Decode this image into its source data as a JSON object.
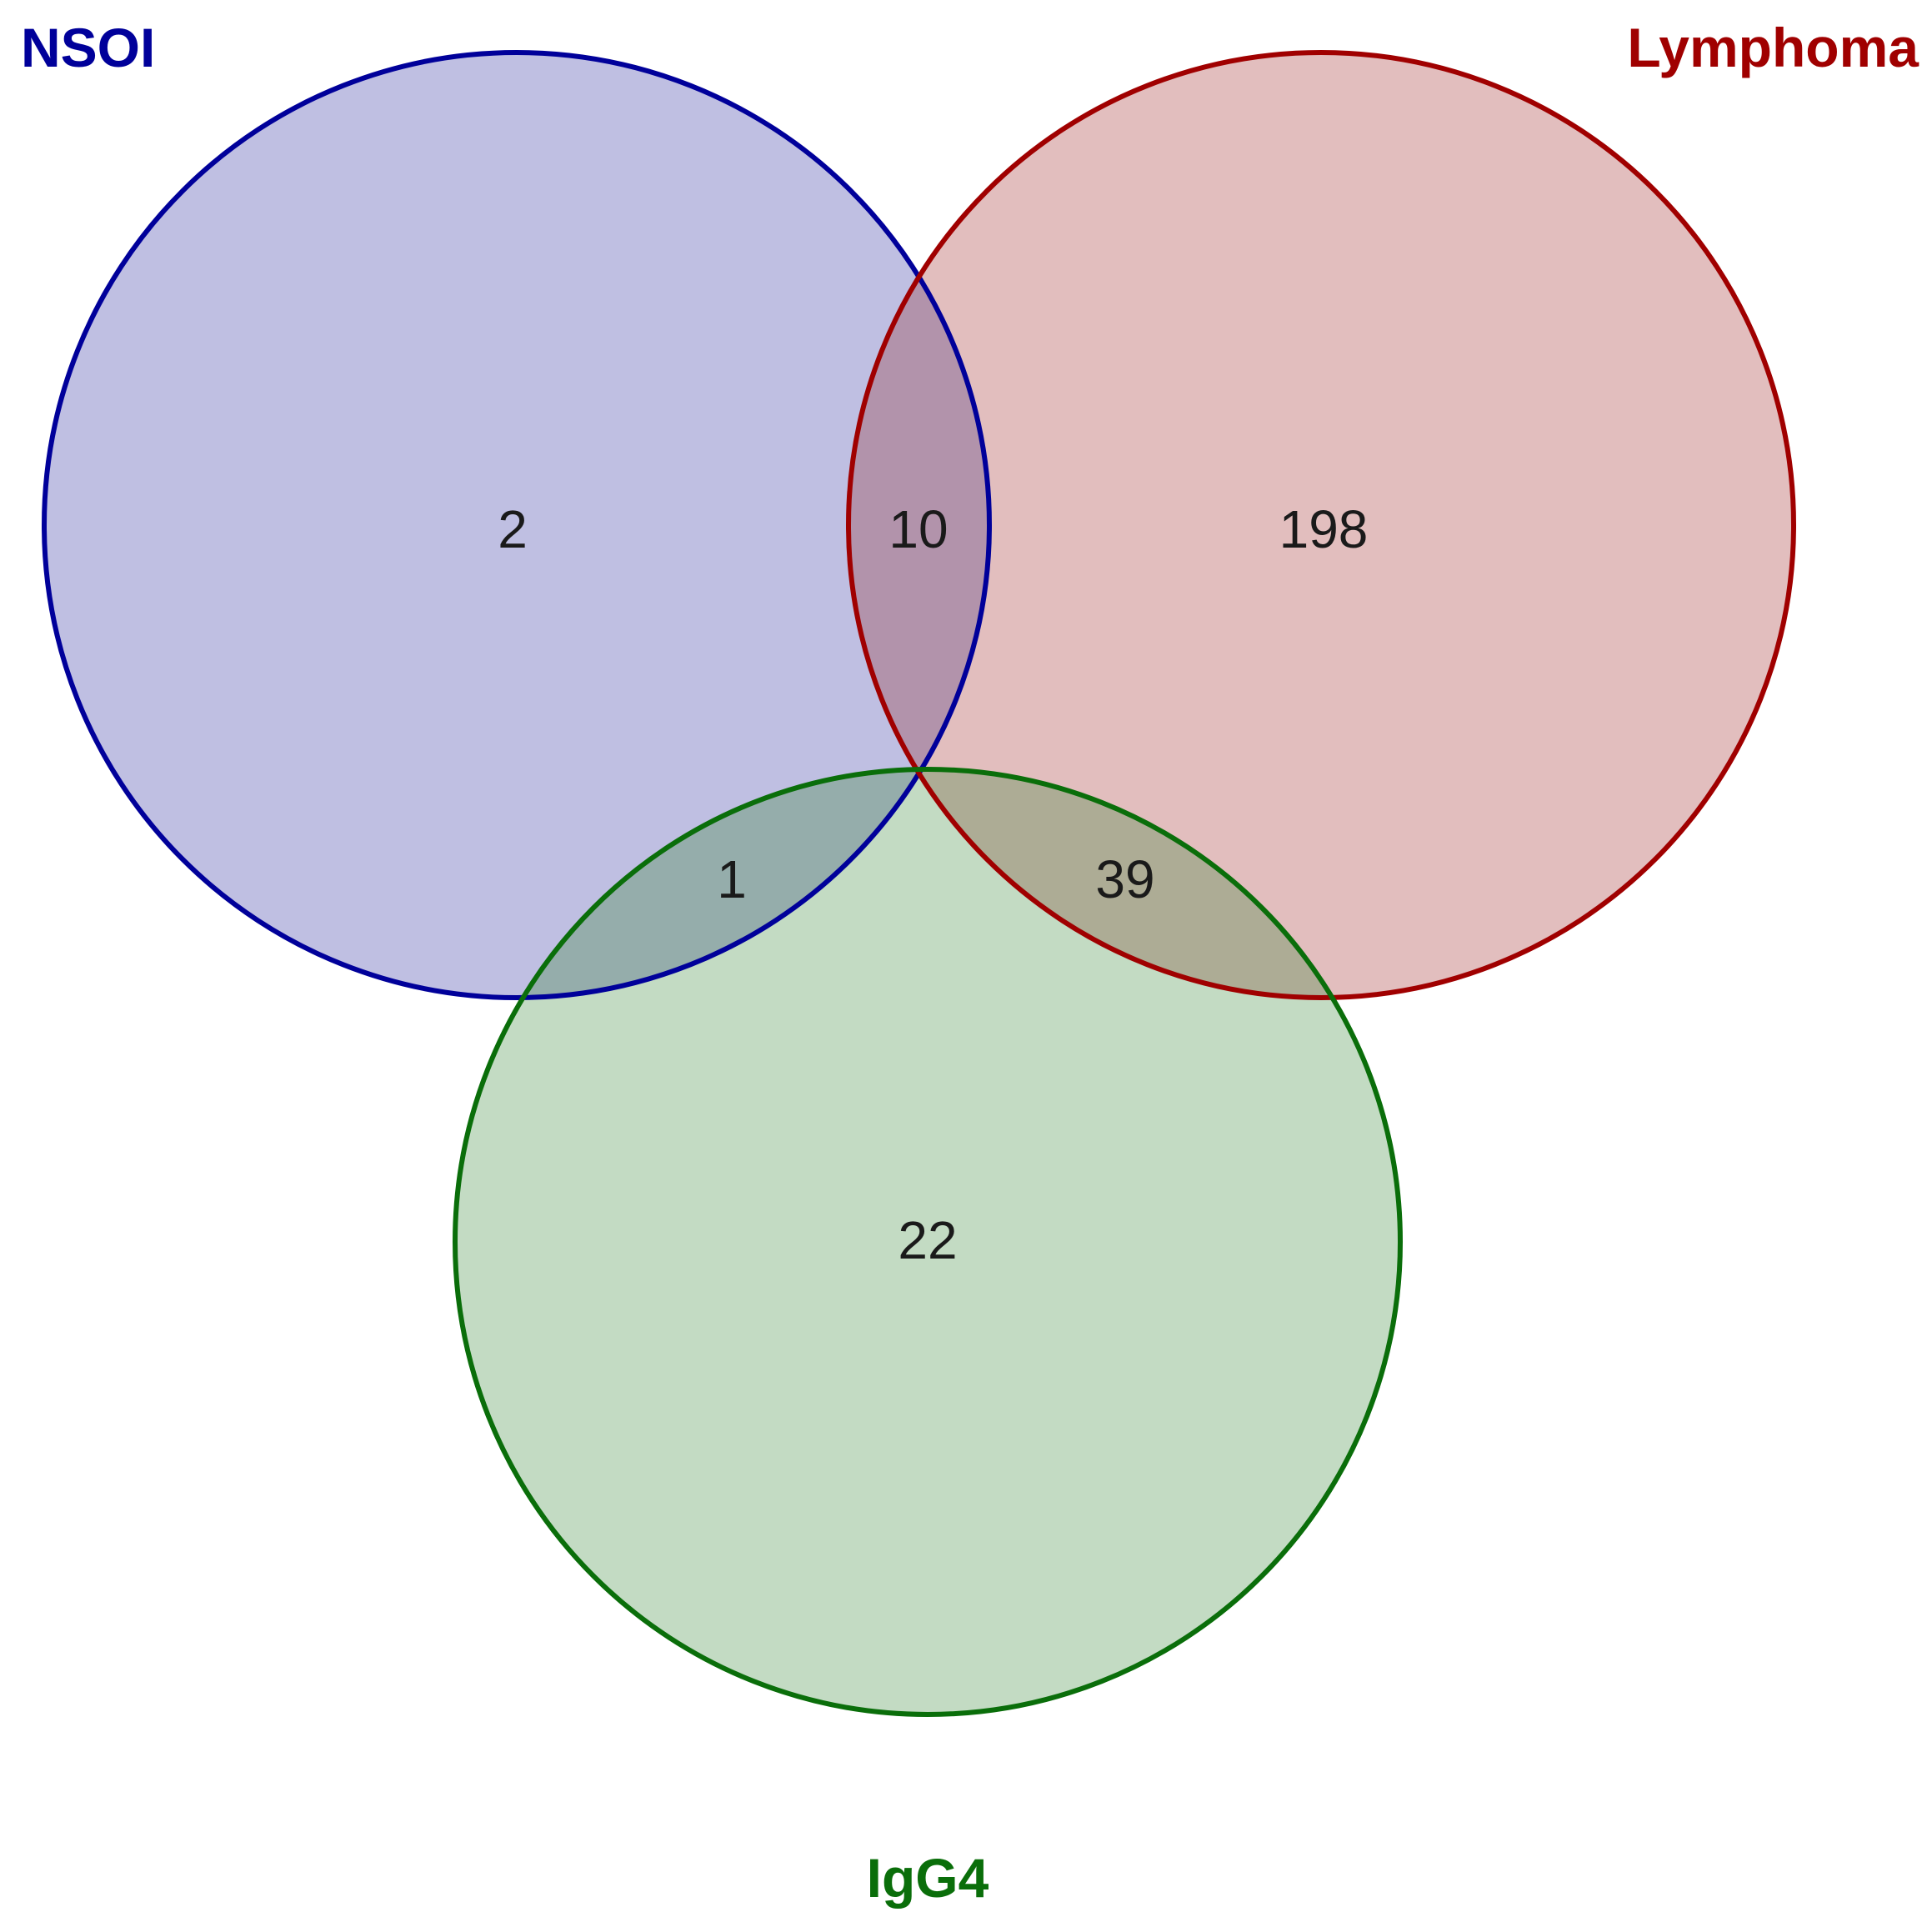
{
  "diagram": {
    "type": "venn",
    "sets": [
      {
        "id": "nsoi",
        "label": "NSOI",
        "stroke": "#00009A",
        "fill": "#BFBFE2"
      },
      {
        "id": "lymphoma",
        "label": "Lymphoma",
        "stroke": "#A00000",
        "fill": "#E2BEBE"
      },
      {
        "id": "igg4",
        "label": "IgG4",
        "stroke": "#0A6E0A",
        "fill": "#C3DBC3"
      }
    ],
    "regions": {
      "nsoi_only": "2",
      "nsoi_lymphoma": "10",
      "lymphoma_only": "198",
      "nsoi_igg4": "1",
      "lymphoma_igg4": "39",
      "igg4_only": "22"
    },
    "overlap_colors": {
      "nsoi_lymphoma": "#B293AB",
      "nsoi_igg4": "#95ADAB",
      "lymphoma_igg4": "#ADAC95"
    }
  }
}
